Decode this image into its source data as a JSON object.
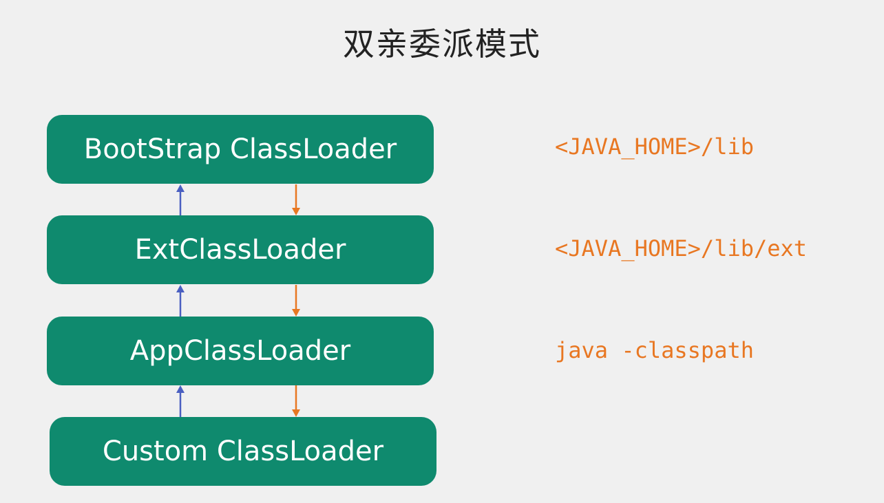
{
  "title": "双亲委派模式",
  "colors": {
    "box_fill": "#0f8a6e",
    "path_text": "#e87722",
    "up_arrow": "#4a5fc1",
    "down_arrow": "#e87722"
  },
  "loaders": [
    {
      "name": "BootStrap ClassLoader",
      "path": "<JAVA_HOME>/lib"
    },
    {
      "name": "ExtClassLoader",
      "path": "<JAVA_HOME>/lib/ext"
    },
    {
      "name": "AppClassLoader",
      "path": "java -classpath"
    },
    {
      "name": "Custom ClassLoader",
      "path": ""
    }
  ]
}
